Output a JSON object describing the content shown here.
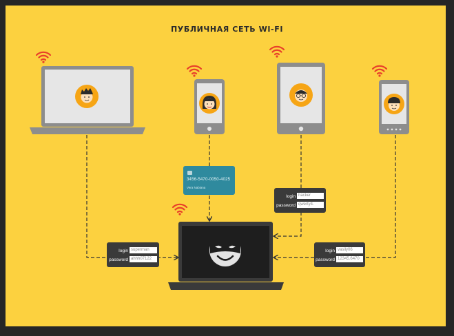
{
  "title": "ПУБЛИЧНАЯ СЕТЬ WI-FI",
  "card": {
    "number": "3456-5470-0050-4025",
    "holder": "Vera Nabiana"
  },
  "credentials": {
    "laptop": {
      "login_label": "login",
      "password_label": "password",
      "login_value": "superman",
      "password_value": "ahhh07122"
    },
    "tablet": {
      "login_label": "login",
      "password_label": "password",
      "login_value": "hacker",
      "password_value": "qwerty4."
    },
    "phone": {
      "login_label": "login",
      "password_label": "password",
      "login_value": "vasily06",
      "password_value": "12345.6470"
    }
  },
  "colors": {
    "background": "#fcd13f",
    "device": "#8d8d8d",
    "screen": "#e6e6e6",
    "avatar": "#f6a515",
    "wifi": "#e8402a",
    "hacker_laptop": "#3a3a3a",
    "card": "#2f8a9e"
  },
  "icons": [
    "wifi-icon",
    "laptop-icon",
    "phone-icon",
    "tablet-icon",
    "avatar-icon",
    "hacker-icon",
    "credit-card-icon",
    "arrow-icon"
  ]
}
